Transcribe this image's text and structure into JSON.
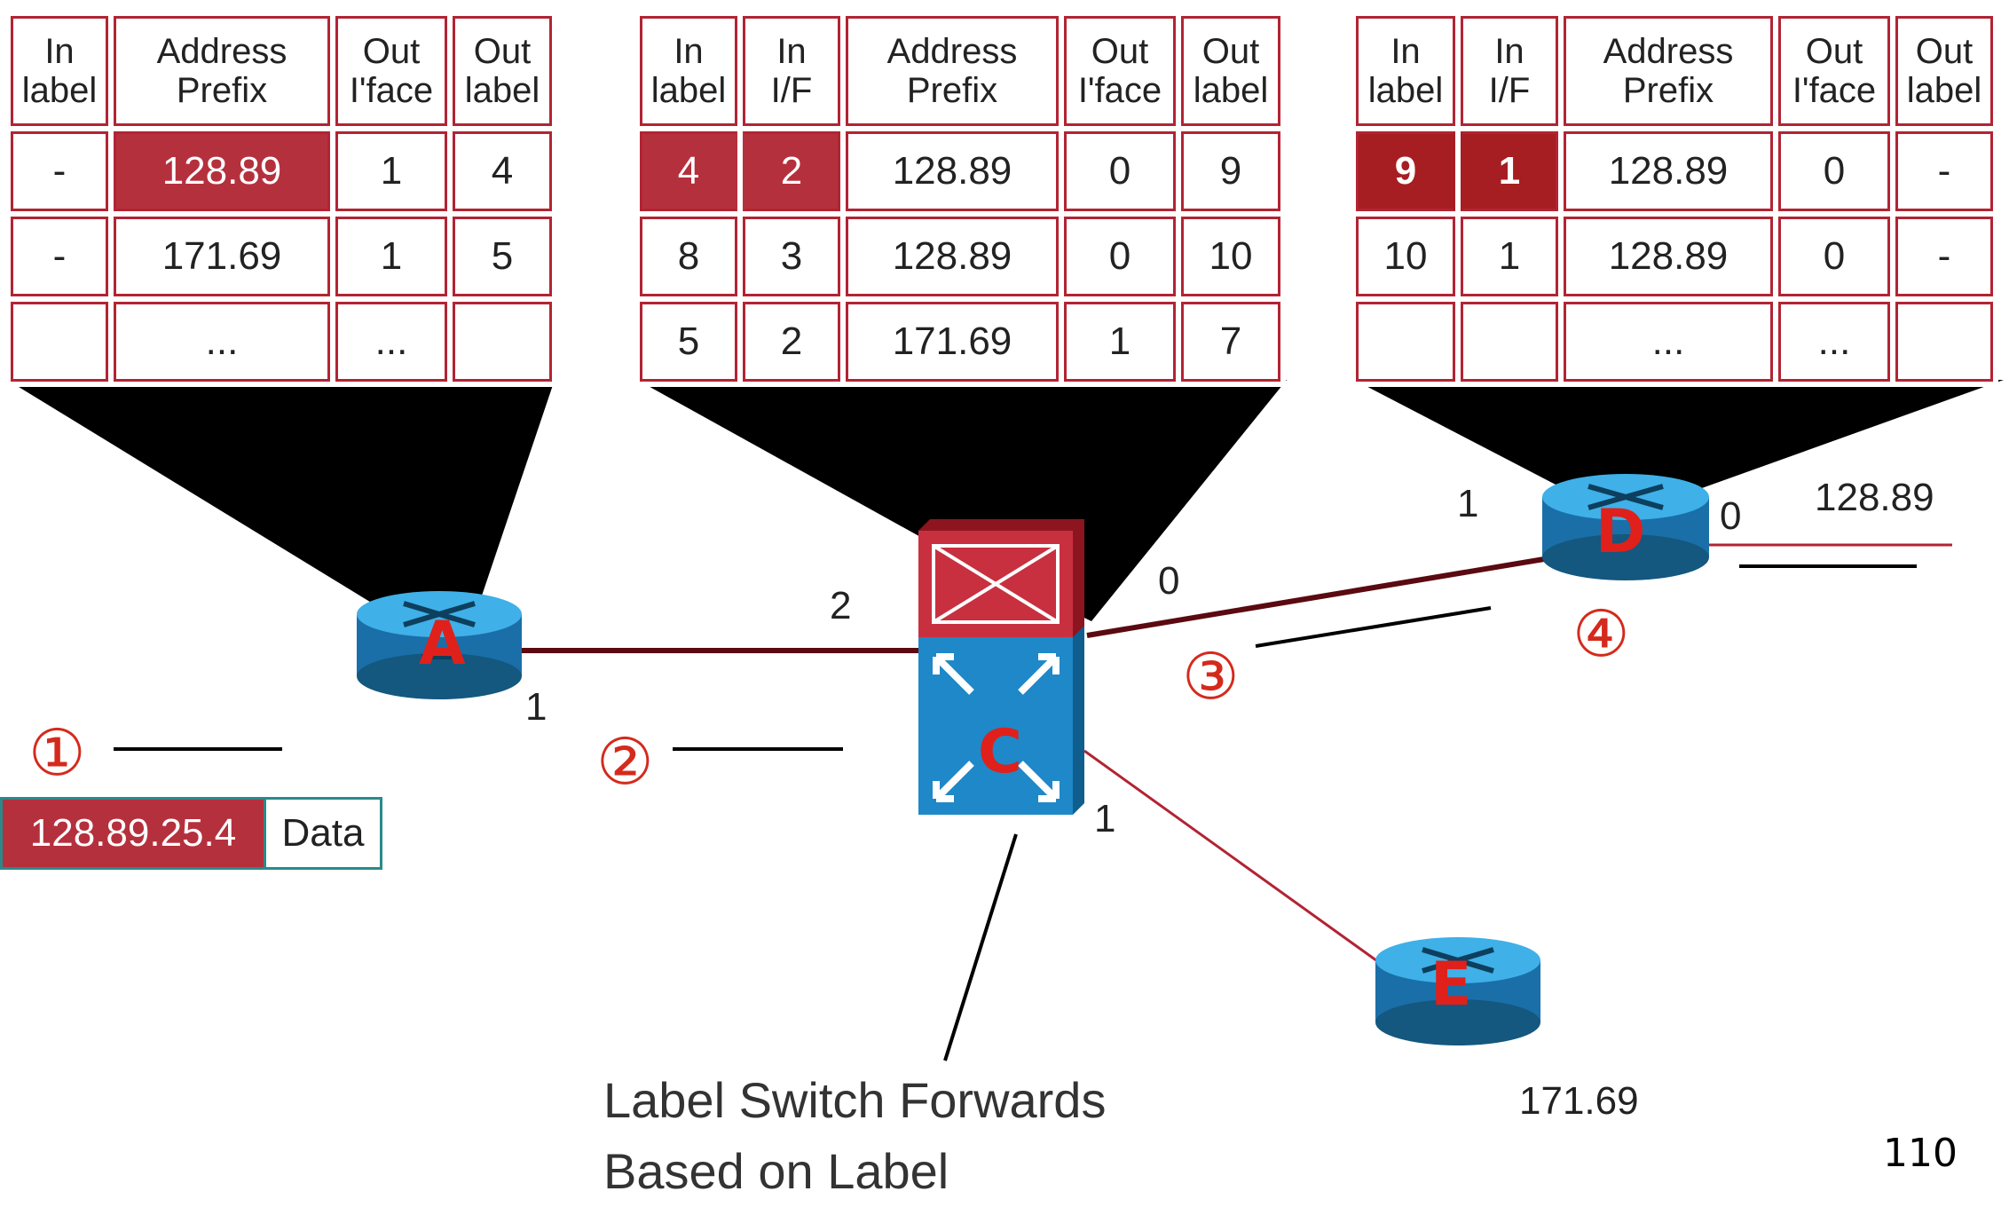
{
  "tables": {
    "a": {
      "headers": [
        "In\nlabel",
        "Address\nPrefix",
        "Out\nI'face",
        "Out\nlabel"
      ],
      "rows": [
        [
          "-",
          "128.89",
          "1",
          "4"
        ],
        [
          "-",
          "171.69",
          "1",
          "5"
        ],
        [
          "",
          "...",
          "...",
          ""
        ]
      ]
    },
    "c": {
      "headers": [
        "In\nlabel",
        "In\nI/F",
        "Address\nPrefix",
        "Out\nI'face",
        "Out\nlabel"
      ],
      "rows": [
        [
          "4",
          "2",
          "128.89",
          "0",
          "9"
        ],
        [
          "8",
          "3",
          "128.89",
          "0",
          "10"
        ],
        [
          "5",
          "2",
          "171.69",
          "1",
          "7"
        ]
      ]
    },
    "d": {
      "headers": [
        "In\nlabel",
        "In\nI/F",
        "Address\nPrefix",
        "Out\nI'face",
        "Out\nlabel"
      ],
      "rows": [
        [
          "9",
          "1",
          "128.89",
          "0",
          "-"
        ],
        [
          "10",
          "1",
          "128.89",
          "0",
          "-"
        ],
        [
          "",
          "",
          "...",
          "...",
          ""
        ]
      ]
    }
  },
  "routers": {
    "a": {
      "letter": "A"
    },
    "c": {
      "letter": "C"
    },
    "d": {
      "letter": "D"
    },
    "e": {
      "letter": "E"
    }
  },
  "interfaces": {
    "a_out": "1",
    "c_in": "2",
    "c_out0": "0",
    "c_out1": "1",
    "d_in": "1",
    "d_out": "0"
  },
  "prefixes": {
    "d": "128.89",
    "e": "171.69"
  },
  "steps": [
    "①",
    "②",
    "③",
    "④"
  ],
  "packet": {
    "address": "128.89.25.4",
    "payload": "Data"
  },
  "caption": {
    "line1": "Label Switch Forwards",
    "line2": "Based on Label"
  },
  "page_number": "110",
  "colors": {
    "label_red": "#b5303d",
    "highlight_dark_red": "#a61e22",
    "router_blue": "#1e88c8",
    "step_red": "#d42a1c"
  }
}
